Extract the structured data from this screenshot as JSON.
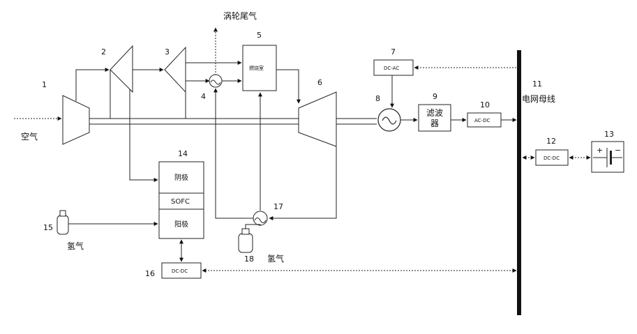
{
  "labels": {
    "n1": "1",
    "n2": "2",
    "n3": "3",
    "n4": "4",
    "n5": "5",
    "n6": "6",
    "n7": "7",
    "n8": "8",
    "n9": "9",
    "n10": "10",
    "n11": "11",
    "n12": "12",
    "n13": "13",
    "n14": "14",
    "n15": "15",
    "n16": "16",
    "n17": "17",
    "n18": "18"
  },
  "text": {
    "air": "空气",
    "turbine_exhaust": "涡轮尾气",
    "grid_bus": "电网母线",
    "hydrogen_left": "氢气",
    "hydrogen_bottom": "氢气",
    "combustor": "燃烧室",
    "dcac": "DC-AC",
    "filter_line1": "滤波",
    "filter_line2": "器",
    "acdc": "AC-DC",
    "dcdc_battery": "DC-DC",
    "dcdc_sofc": "DC-DC",
    "cathode": "阴极",
    "sofc": "SOFC",
    "anode": "阳极",
    "battery_plus": "+",
    "battery_minus": "−"
  }
}
